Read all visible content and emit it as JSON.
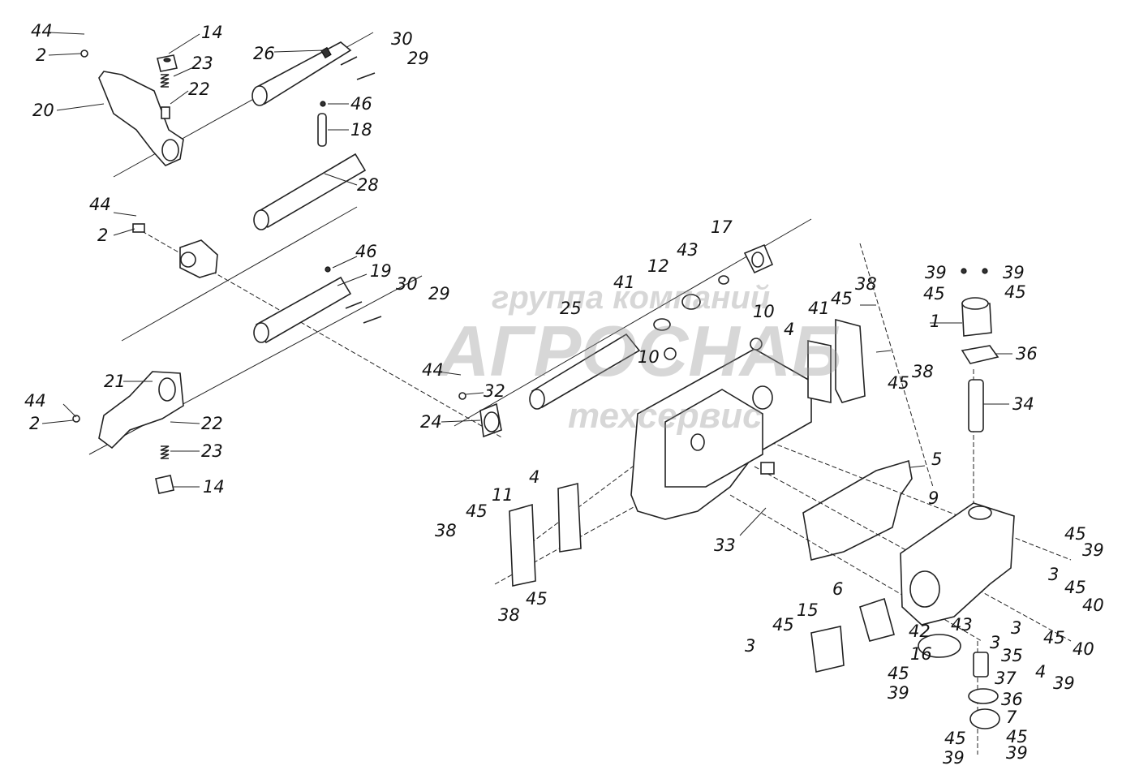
{
  "watermark": {
    "line1": "группа компаний",
    "line2": "АГРОСНАБ",
    "line3": "техсервис"
  },
  "callouts": [
    {
      "id": "c44a",
      "text": "44"
    },
    {
      "id": "c14a",
      "text": "14"
    },
    {
      "id": "c26",
      "text": "26"
    },
    {
      "id": "c30a",
      "text": "30"
    },
    {
      "id": "c2a",
      "text": "2"
    },
    {
      "id": "c23a",
      "text": "23"
    },
    {
      "id": "c29a",
      "text": "29"
    },
    {
      "id": "c22a",
      "text": "22"
    },
    {
      "id": "c20",
      "text": "20"
    },
    {
      "id": "c46a",
      "text": "46"
    },
    {
      "id": "c18",
      "text": "18"
    },
    {
      "id": "c28",
      "text": "28"
    },
    {
      "id": "c44b",
      "text": "44"
    },
    {
      "id": "c2b",
      "text": "2"
    },
    {
      "id": "c17",
      "text": "17"
    },
    {
      "id": "c46b",
      "text": "46"
    },
    {
      "id": "c19",
      "text": "19"
    },
    {
      "id": "c43a",
      "text": "43"
    },
    {
      "id": "c12",
      "text": "12"
    },
    {
      "id": "c39a",
      "text": "39"
    },
    {
      "id": "c39b",
      "text": "39"
    },
    {
      "id": "c30b",
      "text": "30"
    },
    {
      "id": "c29b",
      "text": "29"
    },
    {
      "id": "c41a",
      "text": "41"
    },
    {
      "id": "c38a",
      "text": "38"
    },
    {
      "id": "c45a",
      "text": "45"
    },
    {
      "id": "c45b",
      "text": "45"
    },
    {
      "id": "c45c",
      "text": "45"
    },
    {
      "id": "c25",
      "text": "25"
    },
    {
      "id": "c10a",
      "text": "10"
    },
    {
      "id": "c41b",
      "text": "41"
    },
    {
      "id": "c1",
      "text": "1"
    },
    {
      "id": "c4a",
      "text": "4"
    },
    {
      "id": "c10b",
      "text": "10"
    },
    {
      "id": "c36a",
      "text": "36"
    },
    {
      "id": "c38b",
      "text": "38"
    },
    {
      "id": "c45d",
      "text": "45"
    },
    {
      "id": "c21",
      "text": "21"
    },
    {
      "id": "c44c",
      "text": "44"
    },
    {
      "id": "c32",
      "text": "32"
    },
    {
      "id": "c34",
      "text": "34"
    },
    {
      "id": "c44d",
      "text": "44"
    },
    {
      "id": "c2c",
      "text": "2"
    },
    {
      "id": "c24",
      "text": "24"
    },
    {
      "id": "c22b",
      "text": "22"
    },
    {
      "id": "c23b",
      "text": "23"
    },
    {
      "id": "c5",
      "text": "5"
    },
    {
      "id": "c4b",
      "text": "4"
    },
    {
      "id": "c14b",
      "text": "14"
    },
    {
      "id": "c11",
      "text": "11"
    },
    {
      "id": "c9",
      "text": "9"
    },
    {
      "id": "c45e",
      "text": "45"
    },
    {
      "id": "c38c",
      "text": "38"
    },
    {
      "id": "c33",
      "text": "33"
    },
    {
      "id": "c45f",
      "text": "45"
    },
    {
      "id": "c39c",
      "text": "39"
    },
    {
      "id": "c3a",
      "text": "3"
    },
    {
      "id": "c45g",
      "text": "45"
    },
    {
      "id": "c38d",
      "text": "38"
    },
    {
      "id": "c45h",
      "text": "45"
    },
    {
      "id": "c6",
      "text": "6"
    },
    {
      "id": "c40a",
      "text": "40"
    },
    {
      "id": "c43b",
      "text": "43"
    },
    {
      "id": "c42",
      "text": "42"
    },
    {
      "id": "c3b",
      "text": "3"
    },
    {
      "id": "c15",
      "text": "15"
    },
    {
      "id": "c3c",
      "text": "3"
    },
    {
      "id": "c45i",
      "text": "45"
    },
    {
      "id": "c3d",
      "text": "3"
    },
    {
      "id": "c45j",
      "text": "45"
    },
    {
      "id": "c40b",
      "text": "40"
    },
    {
      "id": "c16",
      "text": "16"
    },
    {
      "id": "c35",
      "text": "35"
    },
    {
      "id": "c4c",
      "text": "4"
    },
    {
      "id": "c45k",
      "text": "45"
    },
    {
      "id": "c37",
      "text": "37"
    },
    {
      "id": "c39d",
      "text": "39"
    },
    {
      "id": "c39e",
      "text": "39"
    },
    {
      "id": "c36b",
      "text": "36"
    },
    {
      "id": "c7",
      "text": "7"
    },
    {
      "id": "c45l",
      "text": "45"
    },
    {
      "id": "c45m",
      "text": "45"
    },
    {
      "id": "c39f",
      "text": "39"
    },
    {
      "id": "c39g",
      "text": "39"
    }
  ]
}
